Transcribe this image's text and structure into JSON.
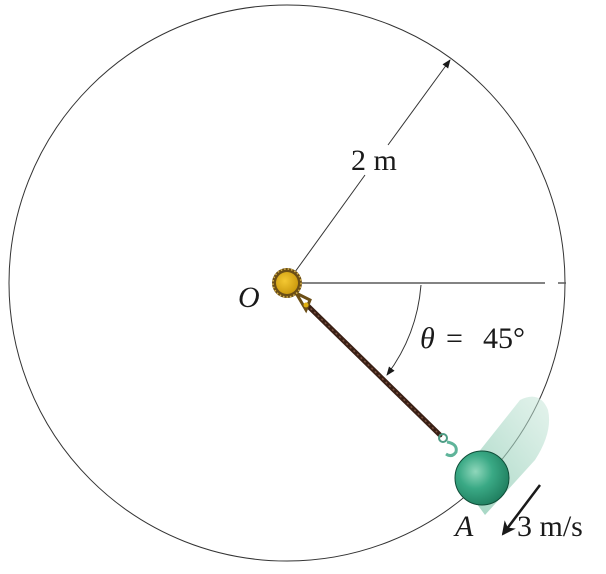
{
  "diagram": {
    "type": "dynamics-figure",
    "description": "Ball A on a cord rotating about pivot O in a horizontal circle",
    "labels": {
      "pivot": "O",
      "ball": "A",
      "radius": "2 m",
      "angle_symbol": "θ",
      "angle_eq": "=",
      "angle_value": "45°",
      "speed": "3 m/s"
    },
    "values": {
      "radius_m": 2,
      "theta_deg": 45,
      "speed_m_per_s": 3
    },
    "colors": {
      "circle_stroke": "#333333",
      "reference_line": "#5a5a5a",
      "pivot_fill": "#e0b010",
      "pivot_ring": "#6b4e16",
      "cord": "#4a2a1c",
      "ball": "#2e9e78",
      "ball_trail": "#9fd1bd",
      "hook": "#5fb49a",
      "text": "#1a1a1a"
    }
  }
}
